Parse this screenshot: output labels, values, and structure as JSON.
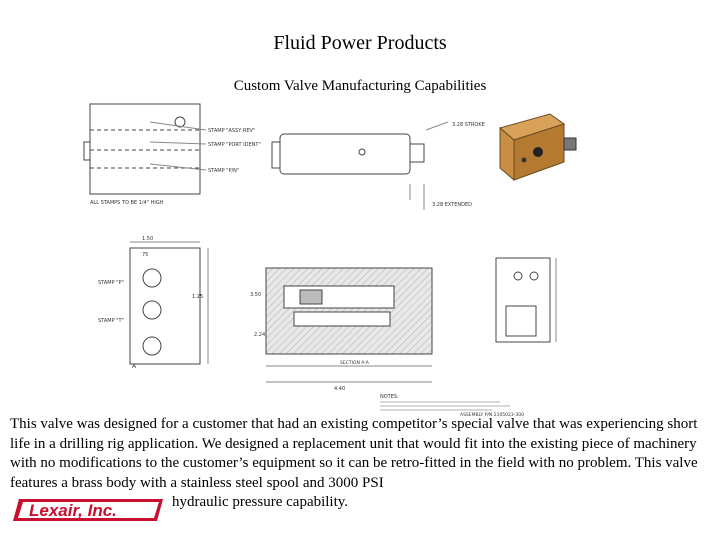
{
  "header": {
    "title": "Fluid Power Products",
    "subtitle": "Custom Valve Manufacturing Capabilities"
  },
  "drawing": {
    "labels": {
      "stamp_assy_rev": "STAMP \"ASSY REV\"",
      "stamp_port_ident": "STAMP \"PORT IDENT\"",
      "stamp_part_no": "STAMP \"P/N\"",
      "stamps_note": "ALL STAMPS TO BE 1/4\" HIGH",
      "dim_top": "3.28 STROKE",
      "dim_extended": "3.28 EXTENDED",
      "stamp_p": "STAMP \"P\"",
      "stamp_t": "STAMP \"T\"",
      "section_a": "A",
      "notes": "NOTES:",
      "dim_150": "1.50",
      "dim_75": "75",
      "dim_350": "3.50",
      "dim_125": "1.25",
      "dim_224": "2.24",
      "dim_440": "4.40",
      "section_label": "SECTION A-A",
      "assembly_no": "ASSEMBLY P/N 2105023-300"
    }
  },
  "body_text": {
    "paragraph_main": "This valve was designed for a customer that had an existing competitor’s special valve that was experiencing short life in a drilling rig application. We designed a replacement unit that would fit into the existing piece of machinery with no modifications to the customer’s equipment so it can be retro-fitted in the field with no problem. This valve features a brass body with a stainless steel spool and 3000 PSI",
    "paragraph_tail": "hydraulic pressure capability."
  },
  "logo": {
    "text": "Lexair, Inc.",
    "color": "#c8102e"
  }
}
